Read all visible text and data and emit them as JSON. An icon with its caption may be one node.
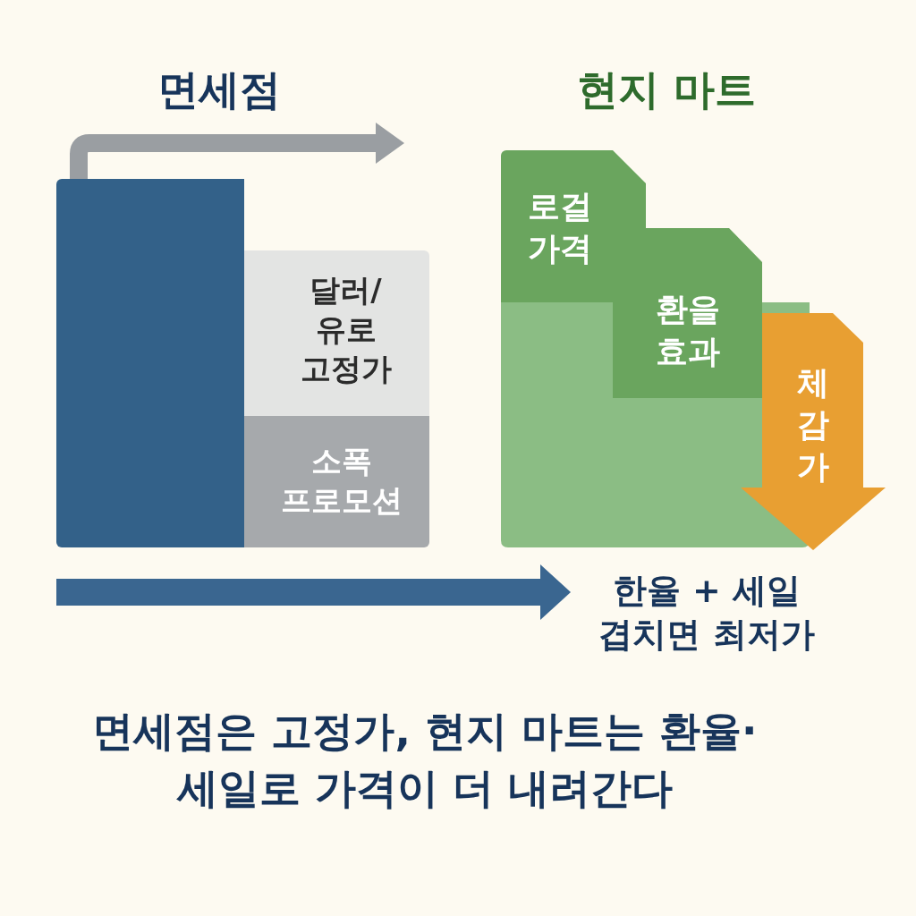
{
  "diagram": {
    "caption": "면세점은 고정가, 현지 마트는 환율·세일로 가격이 더 내려간다",
    "nodes": [
      {
        "text": [],
        "shape": "bar"
      },
      {
        "text": [
          "달러/유로 고정가"
        ]
      },
      {
        "text": [
          "소폭 프로모션"
        ]
      },
      {
        "text": [
          "로걸 가격"
        ]
      },
      {
        "text": [
          "환을 효과"
        ]
      },
      {
        "text": [
          "체감가"
        ]
      },
      {
        "text": [
          "한율 + 세일 겹치면 최저가"
        ]
      }
    ],
    "edges": [
      {
        "from": null,
        "to": 6,
        "arrow": "to",
        "color": "#3a6690"
      },
      {
        "from": 0,
        "to": null,
        "arrow": "to",
        "color": "#9a9ea2"
      }
    ],
    "labels": [
      "면세점",
      "현지 마트"
    ]
  }
}
